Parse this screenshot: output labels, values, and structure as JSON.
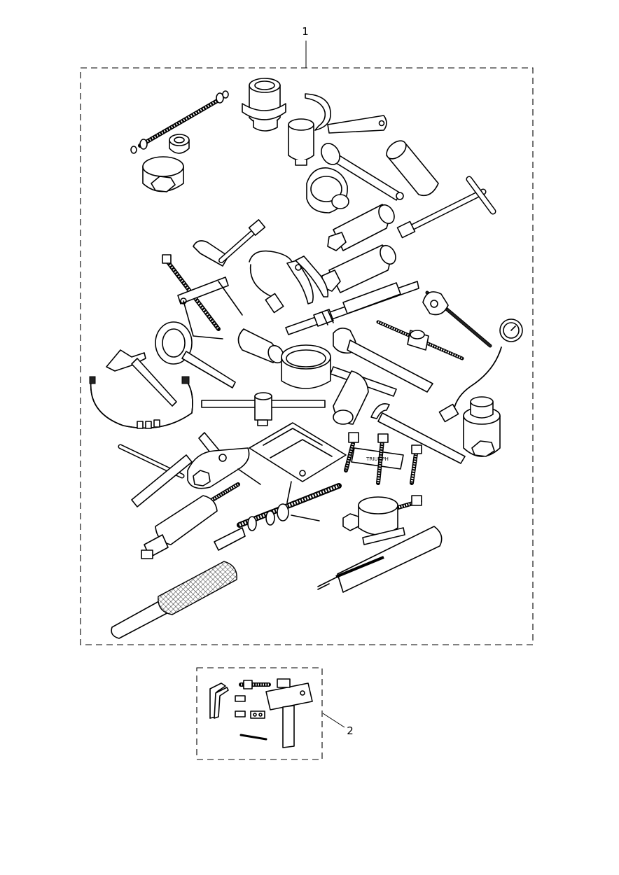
{
  "callouts": [
    {
      "label": "1"
    },
    {
      "label": "2"
    }
  ],
  "embossed_text": "TRIUMPH"
}
